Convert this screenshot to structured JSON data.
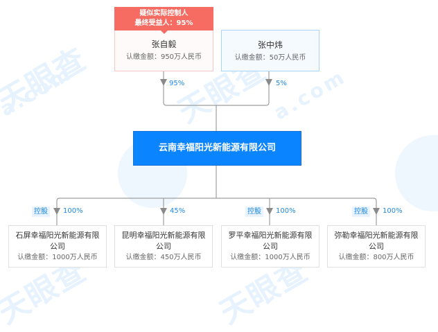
{
  "watermark": {
    "brand_text": "天眼查",
    "domain_text": "a.com"
  },
  "shareholders": [
    {
      "tag_line1": "疑似实际控制人",
      "tag_line2": "最终受益人：95%",
      "name": "张自毅",
      "amount": "认缴金额：950万人民币",
      "percent": "95%",
      "color": "#f66c62"
    },
    {
      "name": "张中炜",
      "amount": "认缴金额：50万人民币",
      "percent": "5%",
      "color": "#a9d4f5"
    }
  ],
  "company": {
    "name": "云南幸福阳光新能源有限公司",
    "color": "#0a84ff"
  },
  "subsidiaries": [
    {
      "badge": "控股",
      "percent": "100%",
      "name": "石屏幸福阳光新能源有限公司",
      "amount": "认缴金额：1000万人民币"
    },
    {
      "badge": "",
      "percent": "45%",
      "name": "昆明幸福阳光新能源有限公司",
      "amount": "认缴金额：450万人民币"
    },
    {
      "badge": "控股",
      "percent": "100%",
      "name": "罗平幸福阳光新能源有限公司",
      "amount": "认缴金额：1000万人民币"
    },
    {
      "badge": "控股",
      "percent": "100%",
      "name": "弥勒幸福阳光新能源有限公司",
      "amount": "认缴金额：800万人民币"
    }
  ],
  "colors": {
    "line": "#9e9e9e",
    "percent_text": "#1e88e5",
    "badge_bg": "#e8f3fe"
  }
}
